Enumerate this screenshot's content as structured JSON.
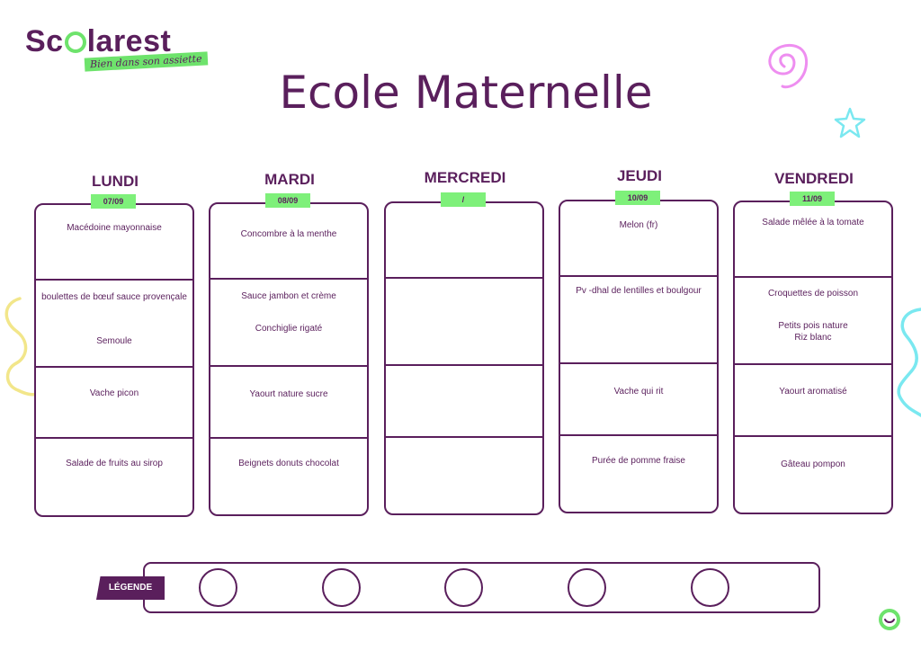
{
  "logo": {
    "text_before": "Sc",
    "text_after": "larest",
    "tagline": "Bien dans son assiette"
  },
  "title": "Ecole Maternelle",
  "colors": {
    "primary": "#5a1f5c",
    "accent_green": "#7ef07a",
    "deco_pink": "#ee8ef0",
    "deco_cyan": "#7ae8f0",
    "deco_yellow": "#f2e68a"
  },
  "days": [
    {
      "name": "LUNDI",
      "date": "07/09",
      "sections": [
        [
          "Macédoine mayonnaise"
        ],
        [
          "boulettes de bœuf sauce provençale",
          "Semoule"
        ],
        [
          "Vache picon"
        ],
        [
          "Salade de fruits au sirop"
        ]
      ]
    },
    {
      "name": "MARDI",
      "date": "08/09",
      "sections": [
        [
          "Concombre à la menthe"
        ],
        [
          "Sauce jambon et crème",
          "Conchiglie rigaté"
        ],
        [
          "Yaourt nature sucre"
        ],
        [
          "Beignets donuts chocolat"
        ]
      ]
    },
    {
      "name": "MERCREDI",
      "date": "/",
      "sections": [
        [],
        [],
        [],
        []
      ]
    },
    {
      "name": "JEUDI",
      "date": "10/09",
      "sections": [
        [
          "Melon (fr)"
        ],
        [
          "Pv -dhal de lentilles et boulgour"
        ],
        [
          "Vache qui rit"
        ],
        [
          "Purée de pomme fraise"
        ]
      ]
    },
    {
      "name": "VENDREDI",
      "date": "11/09",
      "sections": [
        [
          "Salade mêlée à la tomate"
        ],
        [
          "Croquettes de poisson",
          "Petits pois nature\nRiz blanc"
        ],
        [
          "Yaourt aromatisé"
        ],
        [
          "Gâteau pompon"
        ]
      ]
    }
  ],
  "legend": {
    "label": "LÉGENDE",
    "slots": 5
  },
  "icons": [
    "spiral-icon",
    "star-icon",
    "squiggle-icon",
    "smiley-logo-icon"
  ]
}
